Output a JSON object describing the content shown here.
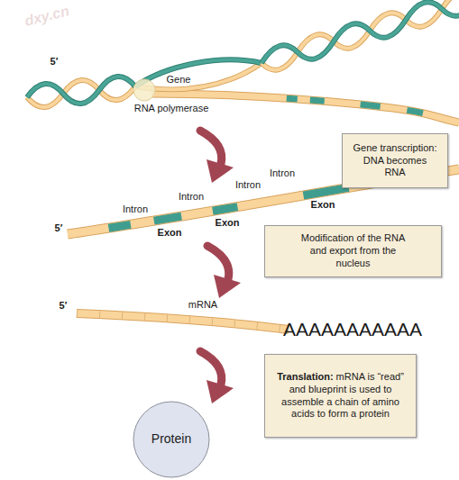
{
  "diagram": {
    "nodes": [
      {
        "text": [
          "Gene transcription: DNA becomes RNA"
        ]
      },
      {
        "text": [
          "Modification of the RNA and export from the nucleus"
        ]
      },
      {
        "text": [
          "Translation:",
          "mRNA is “read” and blueprint is used to assemble a chain of amino acids to form a protein"
        ]
      },
      {
        "text": [
          "Protein"
        ]
      }
    ],
    "labels": [
      "dxy.cn",
      "5′",
      "Gene",
      "RNA polymerase",
      "Intron",
      "Intron",
      "Intron",
      "Intron",
      "5′",
      "Exon",
      "Exon",
      "Exon",
      "5′",
      "mRNA",
      "AAAAAAAAAAA"
    ]
  }
}
